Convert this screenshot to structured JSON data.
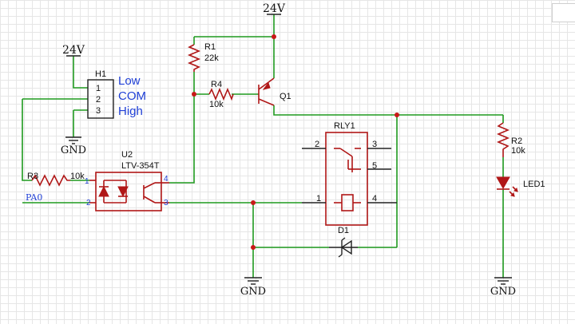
{
  "nets": {
    "vcc_top": "24V",
    "vcc_header": "24V",
    "gnd_header": "GND",
    "gnd_main": "GND",
    "gnd_led": "GND",
    "signal_in": "PA0"
  },
  "header": {
    "designator": "H1",
    "pins": [
      "1",
      "2",
      "3"
    ],
    "labels": [
      "Low",
      "COM",
      "High"
    ]
  },
  "resistors": {
    "r1": {
      "designator": "R1",
      "value": "22k"
    },
    "r2": {
      "designator": "R2",
      "value": "10k"
    },
    "r3": {
      "designator": "R3",
      "value": "10k"
    },
    "r4": {
      "designator": "R4",
      "value": "10k"
    }
  },
  "transistor": {
    "designator": "Q1"
  },
  "optocoupler": {
    "designator": "U2",
    "part": "LTV-354T",
    "pins": [
      "1",
      "2",
      "3",
      "4"
    ]
  },
  "relay": {
    "designator": "RLY1",
    "pins": [
      "2",
      "3",
      "5",
      "1",
      "4"
    ]
  },
  "diode": {
    "designator": "D1"
  },
  "led": {
    "designator": "LED1"
  },
  "colors": {
    "wire": "#1f9a1f",
    "component": "#b01717",
    "junction": "#c81818",
    "label_blue": "#1f3fd6"
  }
}
